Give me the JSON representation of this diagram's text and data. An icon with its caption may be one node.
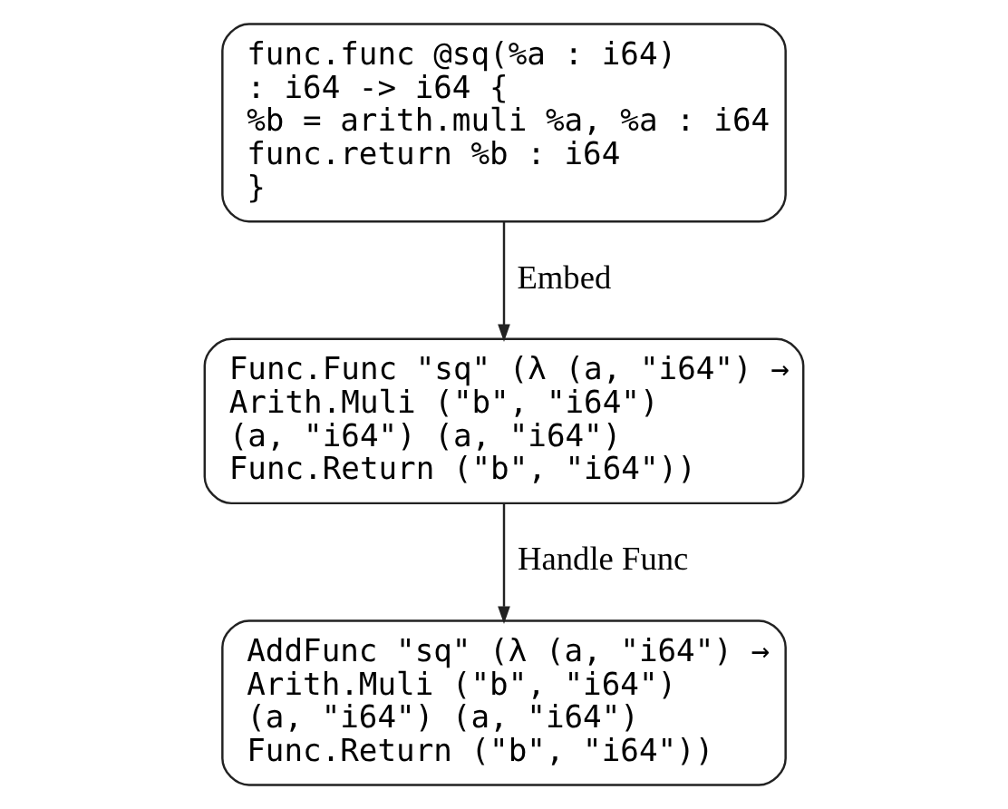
{
  "diagram": {
    "nodes": [
      {
        "text": [
          "func.func @sq(%a : i64)",
          ": i64 -> i64 {",
          "%b = arith.muli %a, %a : i64",
          "func.return %b : i64",
          "}"
        ]
      },
      {
        "text": [
          "Func.Func \"sq\" (λ (a, \"i64\") →",
          "Arith.Muli (\"b\", \"i64\")",
          "(a, \"i64\") (a, \"i64\")",
          "Func.Return (\"b\", \"i64\"))"
        ]
      },
      {
        "text": [
          "AddFunc \"sq\" (λ (a, \"i64\") →",
          "Arith.Muli (\"b\", \"i64\")",
          "(a, \"i64\") (a, \"i64\")",
          "Func.Return (\"b\", \"i64\"))"
        ]
      }
    ],
    "edges": [
      {
        "from": 0,
        "to": 1,
        "arrow": "to",
        "label": "Embed"
      },
      {
        "from": 1,
        "to": 2,
        "arrow": "to",
        "label": "Handle Func"
      }
    ]
  }
}
